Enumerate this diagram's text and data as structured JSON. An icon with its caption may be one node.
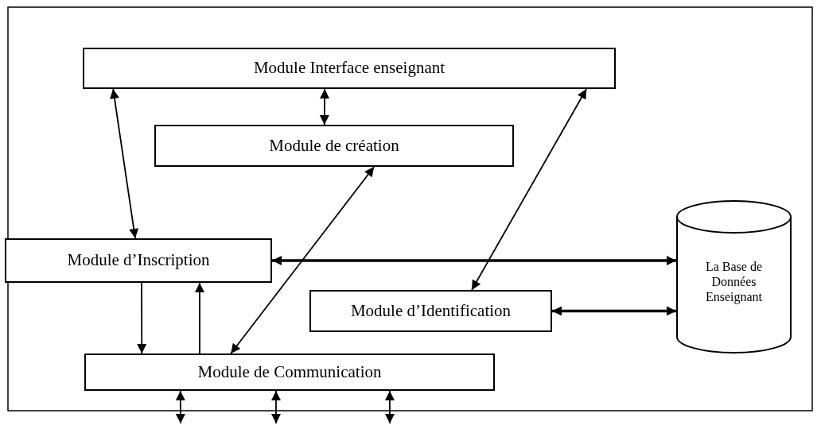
{
  "diagram": {
    "nodes": [
      {
        "text": [
          "Module Interface enseignant"
        ]
      },
      {
        "text": [
          "Module de création"
        ]
      },
      {
        "text": [
          "Module d’Inscription"
        ]
      },
      {
        "text": [
          "Module d’Identification"
        ]
      },
      {
        "text": [
          "Module de Communication"
        ]
      },
      {
        "text": [
          "La Base de Données Enseignant"
        ]
      }
    ],
    "edges": [
      {
        "from": 0,
        "to": 2,
        "arrow": "both"
      },
      {
        "from": 0,
        "to": 1,
        "arrow": "both"
      },
      {
        "from": 1,
        "to": 4,
        "arrow": "both"
      },
      {
        "from": 0,
        "to": 3,
        "arrow": "both"
      },
      {
        "from": 2,
        "to": 5,
        "arrow": "both",
        "style": "thick"
      },
      {
        "from": 3,
        "to": 5,
        "arrow": "both",
        "style": "thick"
      },
      {
        "from": 2,
        "to": 4,
        "arrow": "to"
      },
      {
        "from": 4,
        "to": 2,
        "arrow": "to"
      },
      {
        "from": 4,
        "to": null,
        "arrow": "both"
      },
      {
        "from": 4,
        "to": null,
        "arrow": "both"
      },
      {
        "from": 4,
        "to": null,
        "arrow": "both"
      }
    ]
  }
}
